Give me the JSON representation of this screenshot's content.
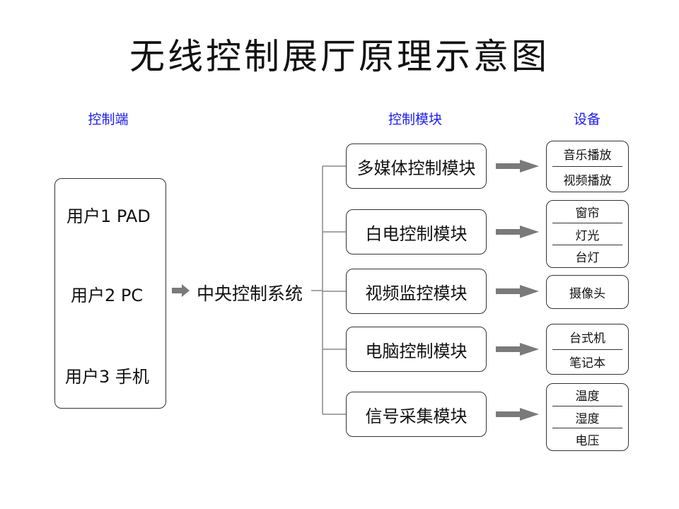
{
  "title": "无线控制展厅原理示意图",
  "headers": {
    "client": "控制端",
    "modules": "控制模块",
    "devices": "设备"
  },
  "users": [
    "用户1 PAD",
    "用户2 PC",
    "用户3 手机"
  ],
  "central": "中央控制系统",
  "modules": [
    "多媒体控制模块",
    "白电控制模块",
    "视频监控模块",
    "电脑控制模块",
    "信号采集模块"
  ],
  "devices": [
    [
      "音乐播放",
      "视频播放"
    ],
    [
      "窗帘",
      "灯光",
      "台灯"
    ],
    [
      "摄像头"
    ],
    [
      "台式机",
      "笔记本"
    ],
    [
      "温度",
      "湿度",
      "电压"
    ]
  ],
  "colors": {
    "header": "#1a1aff",
    "line": "#888888",
    "arrow": "#7a7a7a",
    "border": "#333333"
  }
}
